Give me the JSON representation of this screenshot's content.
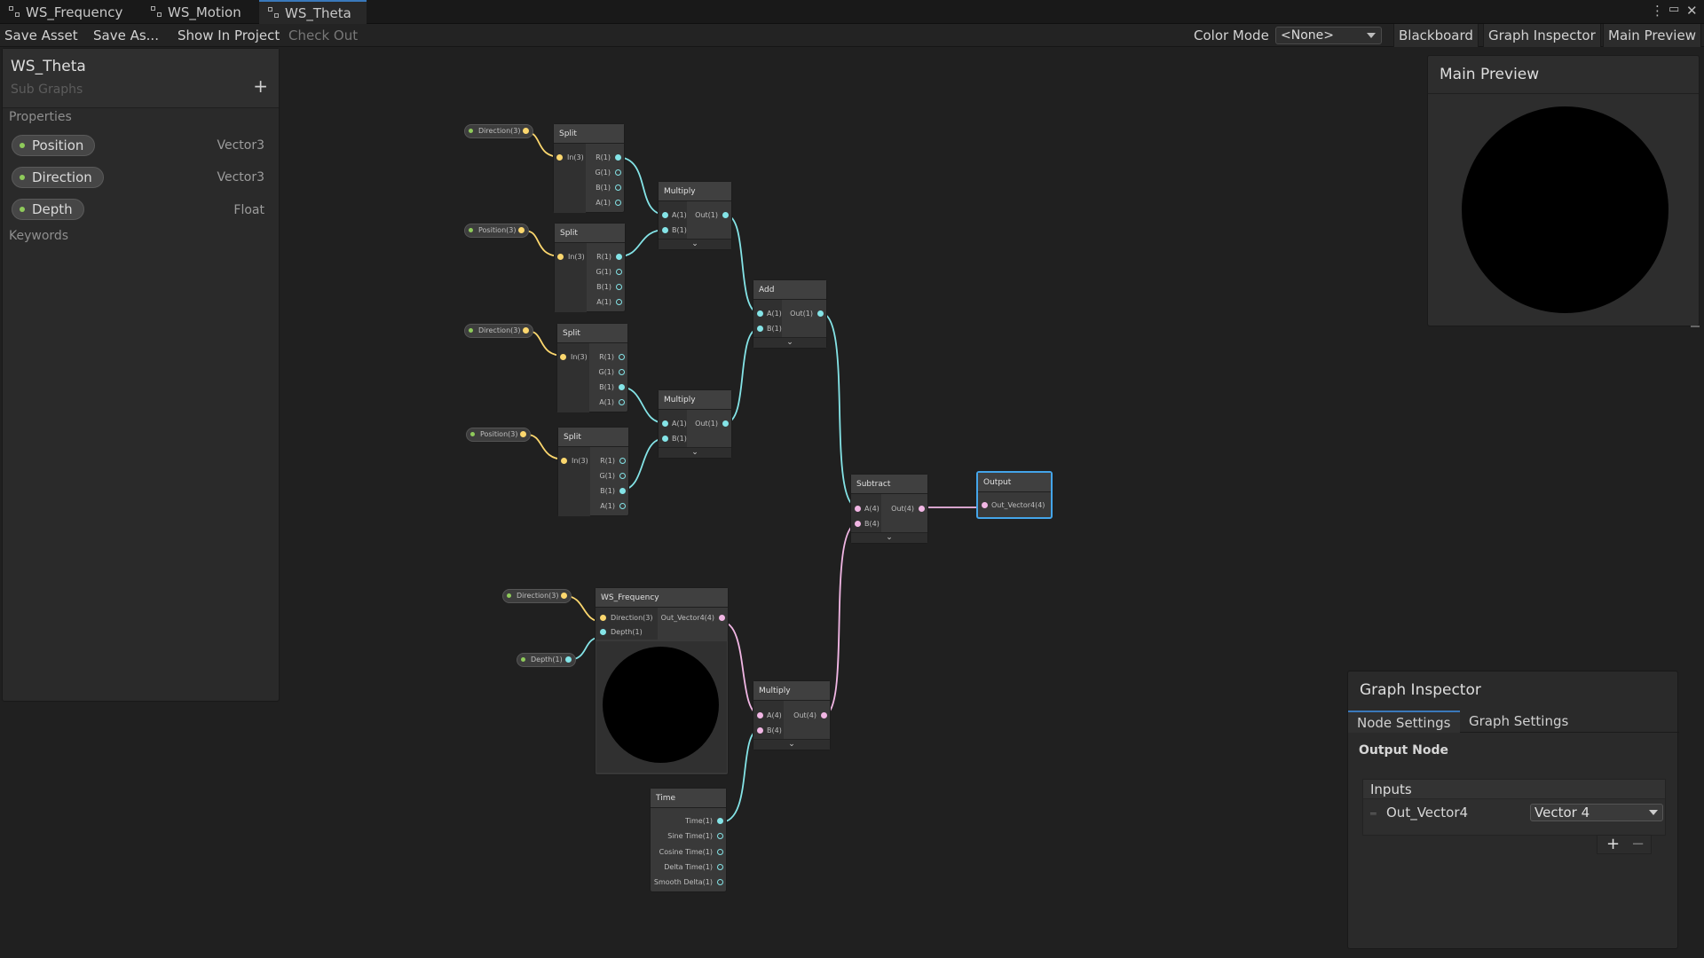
{
  "tabs": [
    {
      "label": "WS_Frequency"
    },
    {
      "label": "WS_Motion"
    },
    {
      "label": "WS_Theta"
    }
  ],
  "toolbar": {
    "save_asset": "Save Asset",
    "save_as": "Save As...",
    "show_in_project": "Show In Project",
    "check_out": "Check Out",
    "color_mode_label": "Color Mode",
    "color_mode_value": "<None>",
    "blackboard": "Blackboard",
    "graph_inspector": "Graph Inspector",
    "main_preview": "Main Preview"
  },
  "blackboard": {
    "title": "WS_Theta",
    "subtitle": "Sub Graphs",
    "properties_label": "Properties",
    "keywords_label": "Keywords",
    "properties": [
      {
        "name": "Position",
        "type": "Vector3"
      },
      {
        "name": "Direction",
        "type": "Vector3"
      },
      {
        "name": "Depth",
        "type": "Float"
      }
    ]
  },
  "graph": {
    "props": {
      "direction": "Direction(3)",
      "position": "Position(3)",
      "depth": "Depth(1)"
    },
    "split": {
      "title": "Split",
      "in": "In(3)",
      "r": "R(1)",
      "g": "G(1)",
      "b": "B(1)",
      "a": "A(1)"
    },
    "multiply": {
      "title": "Multiply",
      "a1": "A(1)",
      "b1": "B(1)",
      "out1": "Out(1)",
      "a4": "A(4)",
      "b4": "B(4)",
      "out4": "Out(4)"
    },
    "add": {
      "title": "Add"
    },
    "subtract": {
      "title": "Subtract"
    },
    "output": {
      "title": "Output",
      "port": "Out_Vector4(4)"
    },
    "ws_frequency": {
      "title": "WS_Frequency",
      "direction": "Direction(3)",
      "depth": "Depth(1)",
      "out": "Out_Vector4(4)"
    },
    "time": {
      "title": "Time",
      "ports": [
        "Time(1)",
        "Sine Time(1)",
        "Cosine Time(1)",
        "Delta Time(1)",
        "Smooth Delta(1)"
      ]
    },
    "chevron": "⌄"
  },
  "main_preview": {
    "title": "Main Preview"
  },
  "inspector": {
    "title": "Graph Inspector",
    "tab_node": "Node Settings",
    "tab_graph": "Graph Settings",
    "node_title": "Output Node",
    "inputs_label": "Inputs",
    "input_name": "Out_Vector4",
    "input_type": "Vector 4",
    "plus": "+",
    "minus": "−"
  },
  "colors": {
    "wire_float": "#84e4e7",
    "wire_vec3": "#fcd76e",
    "wire_vec4": "#f1b6e4",
    "selection": "#44a5ea"
  }
}
